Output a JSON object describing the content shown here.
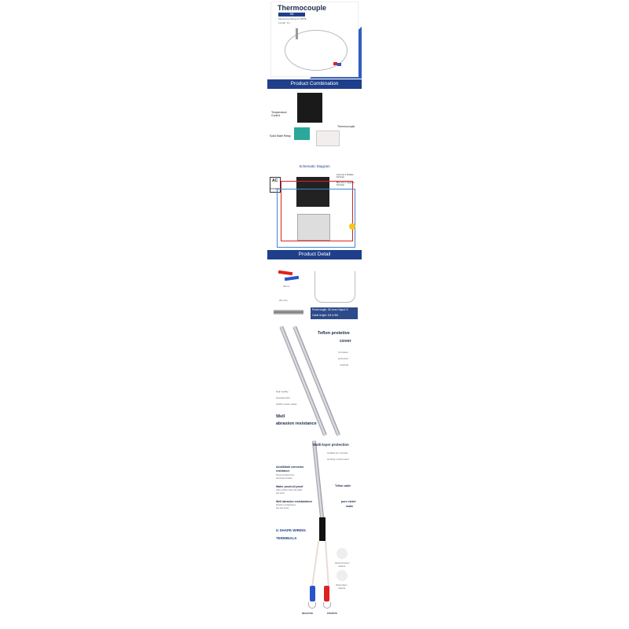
{
  "hero": {
    "title": "Thermocouple",
    "badge": "M6",
    "range": "Measuring Range:0-400℃",
    "length": "Length: 1m"
  },
  "banners": {
    "combination": "Product Combination",
    "detail": "Product Detail"
  },
  "combination": {
    "temp_control": "Temperature Control",
    "ssr": "Solid State Relay",
    "thermocouple": "Thermocouple"
  },
  "schematic": {
    "title": "Schematic Diagram",
    "ac": "AC",
    "power": "POWER",
    "red_line": "Line Line 1 Positive Terminal",
    "blue_line": "Blue Line 1 Negative Terminal"
  },
  "detail": {
    "dim1": "20mm",
    "dim2": "25.1mm",
    "probe": "Probe length: 25.1mm    Output: K",
    "cable": "Cable length: 1M to 5M"
  },
  "teflon": {
    "title1": "Teflon protetive",
    "title2": "cover",
    "coat1": "Corrosion",
    "coat2": "protection",
    "coat3": "coatings",
    "hq1": "High quality",
    "hq2": "stranded wire",
    "hq3": "(100% nickel made)",
    "well1": "Well",
    "well2": "abrasion resistance"
  },
  "multi": {
    "title": "Multi-layer protection",
    "sub1": "suitable for complex",
    "sub2": "working environment",
    "acid1": "Acid/Alkali corrosion",
    "acid2": "resistance",
    "acid_d1": "Prevent product from",
    "acid_d2": "chemical corrosion",
    "water": "Water proof,oil proof",
    "water_d1": "cable surface clean with water",
    "water_d2": "and proof",
    "wear": "Well abrasion resistantance",
    "wear_d1": "abrasion resistantance",
    "wear_d2": "and and sturdy",
    "teflon_cable": "Teflon cable",
    "nickel1": "pure nickel",
    "nickel2": "made"
  },
  "terminals": {
    "title1": "U SHAPE WIRING",
    "title2": "TERMINALS",
    "nicr1": "Nickel chromium",
    "nicr2": "material",
    "nisi1": "Nickel silicon",
    "nisi2": "material",
    "negative": "NEGATIVE",
    "positive": "POSITIVE"
  },
  "colors": {
    "brand": "#1f3f8a",
    "red": "#d22",
    "blue": "#2a55c8"
  }
}
